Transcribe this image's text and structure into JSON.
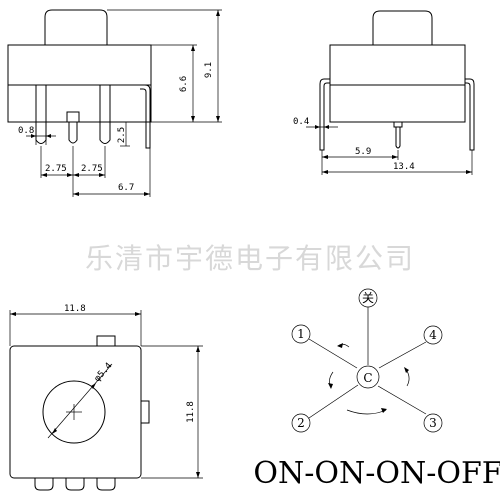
{
  "watermark": "乐清市宇德电子有限公司",
  "front_view": {
    "dim_pitch_1": "2.75",
    "dim_pitch_2": "2.75",
    "dim_pin_width": "0.8",
    "dim_pin_length": "2.5",
    "dim_outer_pins": "6.7",
    "dim_body_height": "6.6",
    "dim_total_height": "9.1"
  },
  "side_view": {
    "dim_lead": "0.4",
    "dim_center": "5.9",
    "dim_width": "13.4"
  },
  "top_view": {
    "dim_width": "11.8",
    "dim_height": "11.8",
    "dim_knob_diameter": "φ5.4"
  },
  "switch_schematic": {
    "center": "C",
    "off_label": "关",
    "positions": [
      "1",
      "2",
      "3",
      "4"
    ]
  },
  "states_label": "ON-ON-ON-OFF"
}
